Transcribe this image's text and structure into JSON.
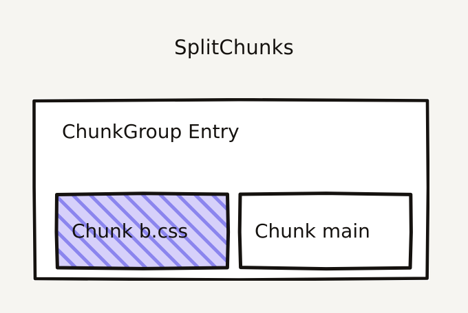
{
  "page": {
    "background_color": "#f6f5f1",
    "ink_color": "#15120f"
  },
  "title": {
    "text": "SplitChunks"
  },
  "chunk_group": {
    "label": "ChunkGroup Entry",
    "border_color": "#15120f",
    "fill_color": "#ffffff",
    "chunks": [
      {
        "label": "Chunk b.css",
        "fill_color": "#d6d0fa",
        "hatch_color": "#8b85ee",
        "hatched": "true"
      },
      {
        "label": "Chunk main",
        "fill_color": "#ffffff",
        "hatch_color": "",
        "hatched": "false"
      }
    ]
  }
}
